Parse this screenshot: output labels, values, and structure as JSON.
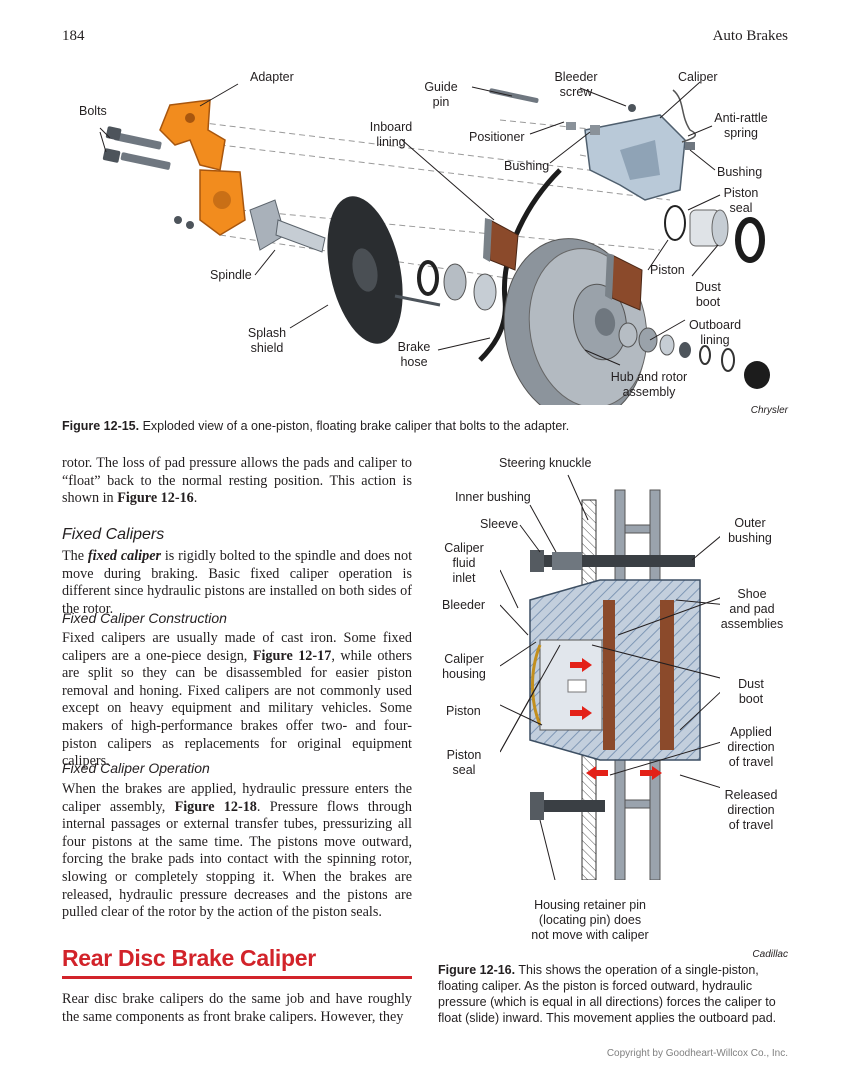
{
  "header": {
    "page_number": "184",
    "book_title": "Auto Brakes"
  },
  "figure_15": {
    "labels": {
      "adapter": "Adapter",
      "bolts": "Bolts",
      "guide_pin_1": "Guide",
      "guide_pin_2": "pin",
      "bleeder_screw_1": "Bleeder",
      "bleeder_screw_2": "screw",
      "caliper": "Caliper",
      "anti_rattle_1": "Anti-rattle",
      "anti_rattle_2": "spring",
      "inboard_1": "Inboard",
      "inboard_2": "lining",
      "positioner": "Positioner",
      "bushing_left": "Bushing",
      "bushing_right": "Bushing",
      "piston_seal_1": "Piston",
      "piston_seal_2": "seal",
      "piston": "Piston",
      "spindle": "Spindle",
      "dust_boot_1": "Dust",
      "dust_boot_2": "boot",
      "outboard_1": "Outboard",
      "outboard_2": "lining",
      "splash_1": "Splash",
      "splash_2": "shield",
      "brake_hose_1": "Brake",
      "brake_hose_2": "hose",
      "hub_rotor_1": "Hub and rotor",
      "hub_rotor_2": "assembly"
    },
    "credit": "Chrysler",
    "caption_label": "Figure 12-15.",
    "caption_text": " Exploded view of a one-piston, floating brake caliper that bolts to the adapter."
  },
  "text_col": {
    "p1_a": "rotor. The loss of pad pressure allows the pads and caliper to “float” back to the normal resting position. This action is shown in ",
    "p1_ref": "Figure 12-16",
    "p1_b": ".",
    "h_fixed": "Fixed Calipers",
    "p2_a": "The ",
    "p2_term": "fixed caliper",
    "p2_b": " is rigidly bolted to the spindle and does not move during braking. Basic fixed caliper operation is different since hydraulic pistons are installed on both sides of the rotor.",
    "h_construction": "Fixed Caliper Construction",
    "p3_a": "Fixed calipers are usually made of cast iron. Some fixed calipers are a one-piece design, ",
    "p3_ref": "Figure 12-17",
    "p3_b": ", while others are split so they can be disassembled for easier piston removal and honing. Fixed calipers are not commonly used except on heavy equipment and military vehicles. Some makers of high-performance brakes offer two- and four-piston calipers as replacements for original equipment calipers.",
    "h_operation": "Fixed Caliper Operation",
    "p4_a": "When the brakes are applied, hydraulic pressure enters the caliper assembly, ",
    "p4_ref": "Figure 12-18",
    "p4_b": ". Pressure flows through internal passages or external transfer tubes, pressurizing all four pistons at the same time. The pistons move outward, forcing the brake pads into contact with the spinning rotor, slowing or completely stopping it. When the brakes are released, hydraulic pressure decreases and the pistons are pulled clear of the rotor by the action of the piston seals.",
    "h_rear": "Rear Disc Brake Caliper",
    "p5": "Rear disc brake calipers do the same job and have roughly the same components as front brake calipers. However, they"
  },
  "figure_16": {
    "labels": {
      "steering_knuckle": "Steering knuckle",
      "inner_bushing": "Inner bushing",
      "sleeve": "Sleeve",
      "outer_bushing_1": "Outer",
      "outer_bushing_2": "bushing",
      "fluid_inlet_1": "Caliper",
      "fluid_inlet_2": "fluid",
      "fluid_inlet_3": "inlet",
      "bleeder": "Bleeder",
      "shoe_pad_1": "Shoe",
      "shoe_pad_2": "and pad",
      "shoe_pad_3": "assemblies",
      "housing_1": "Caliper",
      "housing_2": "housing",
      "dust_boot_1": "Dust",
      "dust_boot_2": "boot",
      "piston": "Piston",
      "applied_1": "Applied",
      "applied_2": "direction",
      "applied_3": "of travel",
      "piston_seal_1": "Piston",
      "piston_seal_2": "seal",
      "released_1": "Released",
      "released_2": "direction",
      "released_3": "of travel",
      "retainer_1": "Housing retainer pin",
      "retainer_2": "(locating pin) does",
      "retainer_3": "not move with caliper"
    },
    "credit": "Cadillac",
    "caption_label": "Figure 12-16.",
    "caption_text": " This shows the operation of a single-piston, floating caliper. As the piston is forced outward, hydraulic pressure (which is equal in all directions) forces the caliper to float (slide) inward. This movement applies the outboard pad."
  },
  "footer": {
    "copyright": "Copyright by Goodheart-Willcox Co., Inc."
  },
  "colors": {
    "accent_red": "#d2232a",
    "part_orange": "#f28c1e",
    "pad_brown": "#8b4a2b",
    "metal_gray": "#9aa3ad",
    "hatch_blue": "#7f97b5"
  }
}
